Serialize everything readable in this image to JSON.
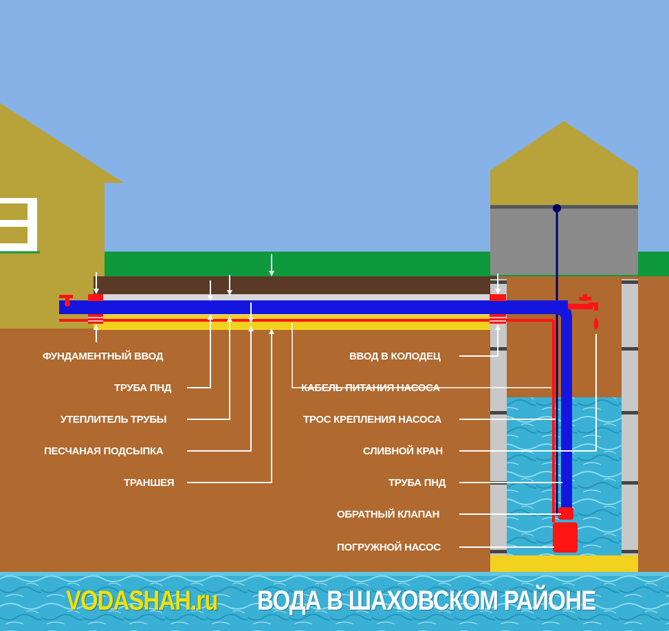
{
  "labels_left": [
    {
      "id": "foundation-entry",
      "text": "ФУНДАМЕНТНЫЙ ВВОД"
    },
    {
      "id": "pipe-pnd",
      "text": "ТРУБА ПНД"
    },
    {
      "id": "pipe-insulation",
      "text": "УТЕПЛИТЕЛЬ ТРУБЫ"
    },
    {
      "id": "sand-bedding",
      "text": "ПЕСЧАНАЯ ПОДСЫПКА"
    },
    {
      "id": "trench",
      "text": "ТРАНШЕЯ"
    }
  ],
  "labels_right": [
    {
      "id": "well-entry",
      "text": "ВВОД В КОЛОДЕЦ"
    },
    {
      "id": "pump-power-cable",
      "text": "КАБЕЛЬ ПИТАНИЯ НАСОСА"
    },
    {
      "id": "pump-cable-rope",
      "text": "ТРОС КРЕПЛЕНИЯ НАСОСА"
    },
    {
      "id": "drain-tap",
      "text": "СЛИВНОЙ КРАН"
    },
    {
      "id": "well-pipe-pnd",
      "text": "ТРУБА ПНД"
    },
    {
      "id": "check-valve",
      "text": "ОБРАТНЫЙ КЛАПАН"
    },
    {
      "id": "submersible-pump",
      "text": "ПОГРУЖНОЙ  НАСОС"
    }
  ],
  "banner": {
    "brand": "VODASHAH.ru",
    "tagline": "ВОДА  В ШАХОВСКОМ РАЙОНЕ"
  },
  "colors": {
    "sky": "#86b2e8",
    "soil": "#b0692f",
    "grass": "#0e9a3c",
    "topsoil": "#5a3a26",
    "house": "#b8a23a",
    "pipe": "#1515e0",
    "cable": "#ff1414",
    "sand": "#f2d21e",
    "ring": "#c8c8c8",
    "water": "#39b6d6"
  }
}
